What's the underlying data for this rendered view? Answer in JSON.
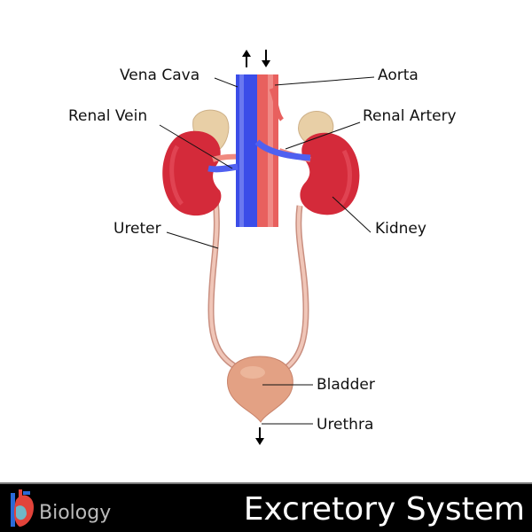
{
  "labels": {
    "vena_cava": "Vena Cava",
    "aorta": "Aorta",
    "renal_vein": "Renal Vein",
    "renal_artery": "Renal Artery",
    "ureter": "Ureter",
    "kidney": "Kidney",
    "bladder": "Bladder",
    "urethra": "Urethra"
  },
  "footer": {
    "brand": "Biology",
    "title": "Excretory System"
  },
  "colors": {
    "vein": "#3b4de8",
    "artery": "#e8605e",
    "kidney": "#d42a3a",
    "adrenal": "#e8cfa6",
    "bladder": "#e3a184",
    "ureter": "#e9b7a8"
  }
}
